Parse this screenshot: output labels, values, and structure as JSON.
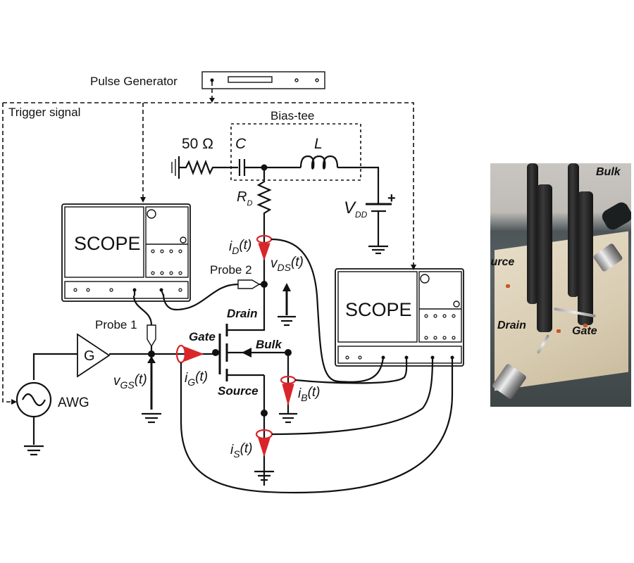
{
  "figure": {
    "pulse_generator": {
      "label": "Pulse Generator"
    },
    "trigger": {
      "label": "Trigger signal"
    },
    "bias_tee": {
      "label": "Bias-tee",
      "resistor_label": "50 Ω",
      "capacitor_label": "C",
      "inductor_label": "L"
    },
    "drain_resistor": {
      "label": "R",
      "subscript": "D"
    },
    "supply": {
      "label": "V",
      "subscript": "DD",
      "polarity": "+"
    },
    "scope_left": {
      "label": "SCOPE"
    },
    "scope_right": {
      "label": "SCOPE"
    },
    "probes": {
      "probe1": "Probe 1",
      "probe2": "Probe 2"
    },
    "amplifier": {
      "label": "G"
    },
    "awg": {
      "label": "AWG"
    },
    "transistor": {
      "gate": "Gate",
      "drain": "Drain",
      "source": "Source",
      "bulk": "Bulk"
    },
    "signals": {
      "i_d": {
        "main": "i",
        "sub": "D",
        "suffix": "(t)"
      },
      "v_ds": {
        "main": "v",
        "sub": "DS",
        "suffix": "(t)"
      },
      "v_gs": {
        "main": "v",
        "sub": "GS",
        "suffix": "(t)"
      },
      "i_g": {
        "main": "i",
        "sub": "G",
        "suffix": "(t)"
      },
      "i_b": {
        "main": "i",
        "sub": "B",
        "suffix": "(t)"
      },
      "i_s": {
        "main": "i",
        "sub": "S",
        "suffix": "(t)"
      }
    },
    "colors": {
      "current_probe": "#d8262a",
      "wire": "#111111"
    },
    "photo": {
      "labels": {
        "bulk": "Bulk",
        "source": "Source",
        "drain": "Drain",
        "gate": "Gate"
      }
    }
  }
}
